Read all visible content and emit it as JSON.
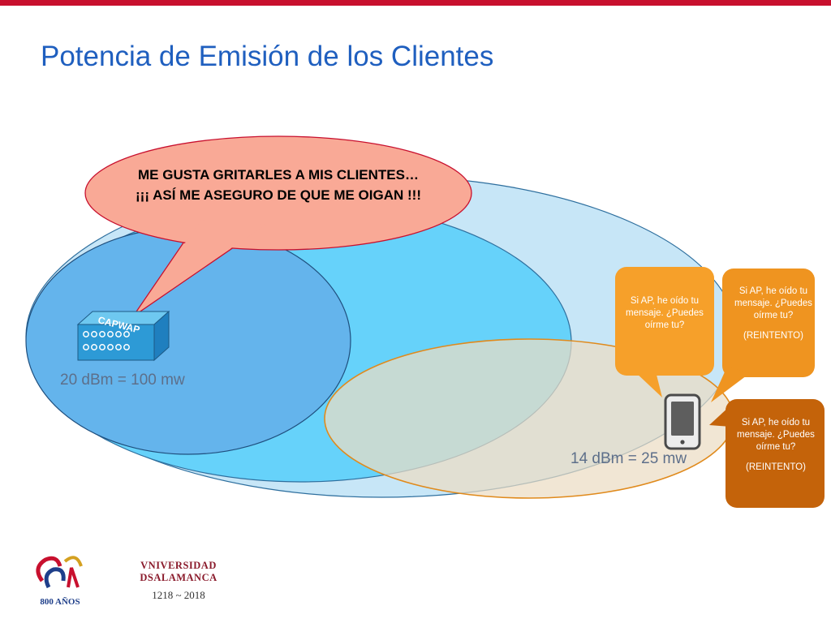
{
  "slide": {
    "title": "Potencia de Emisión de los Clientes"
  },
  "ap": {
    "speech": "ME GUSTA GRITARLES A MIS CLIENTES… ¡¡¡ ASÍ ME ASEGURO DE QUE ME OIGAN !!!",
    "device_label": "CAPWAP",
    "power_label": "20 dBm = 100 mw"
  },
  "client": {
    "power_label": "14 dBm = 25 mw",
    "bubbles": [
      {
        "text": "Si AP, he oído tu mensaje. ¿Puedes oírme tu?",
        "retry": ""
      },
      {
        "text": "Si AP, he oído tu mensaje. ¿Puedes oírme tu?",
        "retry": "(REINTENTO)"
      },
      {
        "text": "Si AP, he oído tu mensaje. ¿Puedes oírme tu?",
        "retry": "(REINTENTO)"
      }
    ]
  },
  "logos": {
    "usal_text": "800 AÑOS",
    "university_line1": "VNIVERSIDAD",
    "university_line2": "DSALAMANCA",
    "university_years": "1218 ~ 2018"
  },
  "colors": {
    "accent_red": "#c8102e",
    "title_blue": "#1f5fbf",
    "coverage_outer": "#c7e6f7",
    "coverage_mid": "#66d2fa",
    "coverage_inner": "#64b4ec",
    "client_coverage": "#ecdcc4",
    "speech_bubble": "#f9a996",
    "bubble_light": "#f6a02a",
    "bubble_mid": "#ef9420",
    "bubble_dark": "#c4630a"
  }
}
